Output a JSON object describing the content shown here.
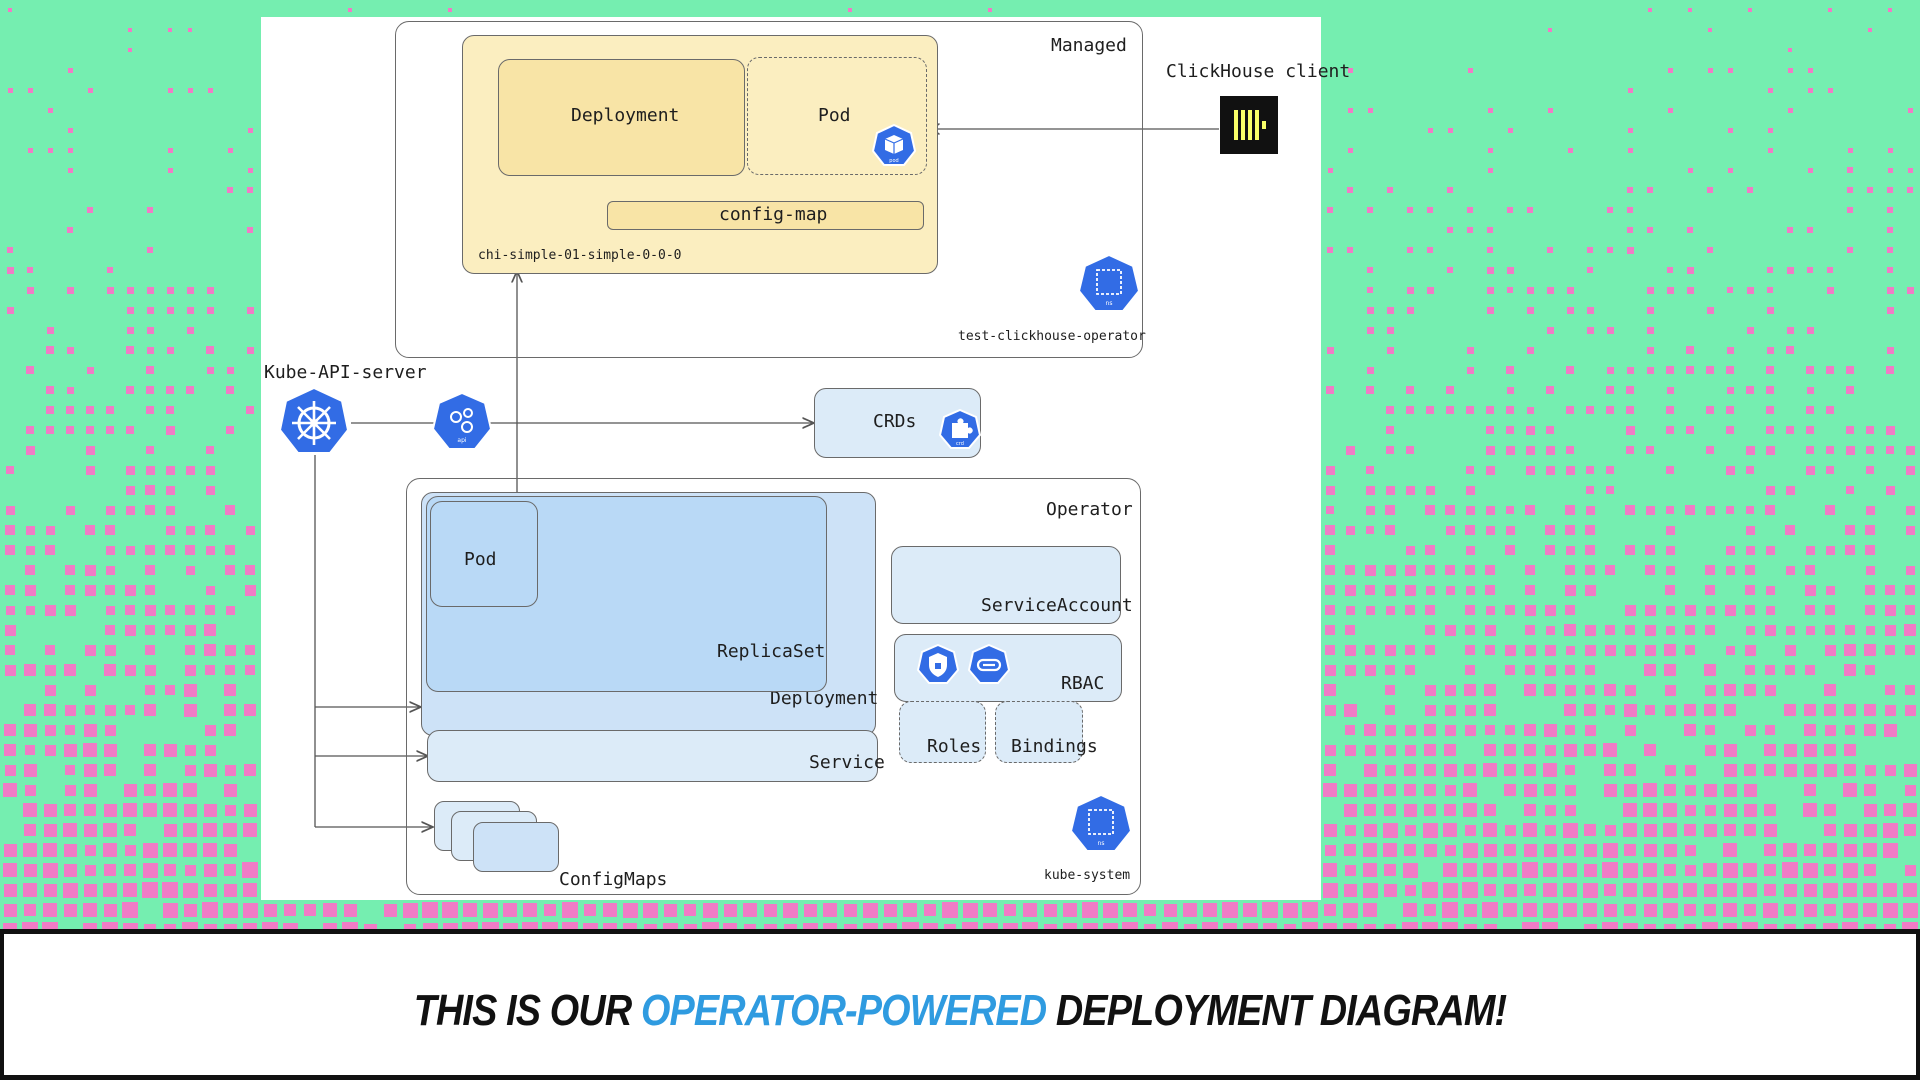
{
  "diagram": {
    "managed_namespace": {
      "title": "Managed",
      "namespace_label": "test-clickhouse-operator"
    },
    "chi_group": {
      "label": "chi-simple-01-simple-0-0-0",
      "deployment": "Deployment",
      "pod": "Pod",
      "config_map": "config-map"
    },
    "clickhouse_client": {
      "label": "ClickHouse client"
    },
    "api_server": {
      "label": "Kube-API-server"
    },
    "crds": {
      "label": "CRDs"
    },
    "operator_namespace": {
      "title": "Operator",
      "namespace_label": "kube-system",
      "pod": "Pod",
      "replicaset": "ReplicaSet",
      "deployment": "Deployment",
      "service": "Service",
      "configmaps": "ConfigMaps",
      "service_account": "ServiceAccount",
      "rbac": "RBAC",
      "roles": "Roles",
      "bindings": "Bindings"
    },
    "icon_texts": {
      "pod": "pod",
      "ns": "ns",
      "api": "api",
      "crd": "crd"
    }
  },
  "caption": {
    "part1": "This is our ",
    "highlight": "operator-powered",
    "part2": " deployment diagram!"
  },
  "colors": {
    "background": "#75eeb0",
    "pattern": "#f07cc6",
    "k8s_blue": "#326ce5",
    "accent": "#2f9be0",
    "yellow": "#fbeec0",
    "blue": "#dcebf8"
  }
}
